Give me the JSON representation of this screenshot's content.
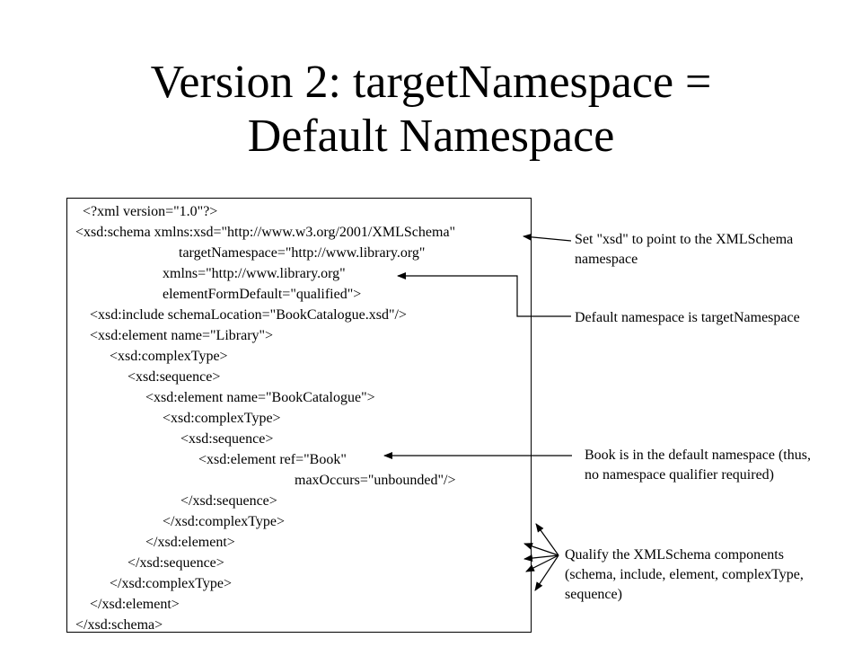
{
  "title": {
    "line1": "Version 2: targetNamespace =",
    "line2": "Default Namespace"
  },
  "code_lines": [
    "<?xml version=\"1.0\"?>",
    "<xsd:schema xmlns:xsd=\"http://www.w3.org/2001/XMLSchema\"",
    "targetNamespace=\"http://www.library.org\"",
    "xmlns=\"http://www.library.org\"",
    "elementFormDefault=\"qualified\">",
    "<xsd:include schemaLocation=\"BookCatalogue.xsd\"/>",
    "<xsd:element name=\"Library\">",
    "<xsd:complexType>",
    "<xsd:sequence>",
    "<xsd:element name=\"BookCatalogue\">",
    "<xsd:complexType>",
    "<xsd:sequence>",
    "<xsd:element ref=\"Book\"",
    "maxOccurs=\"unbounded\"/>",
    "</xsd:sequence>",
    "</xsd:complexType>",
    "</xsd:element>",
    "</xsd:sequence>",
    "</xsd:complexType>",
    "</xsd:element>",
    "</xsd:schema>"
  ],
  "annotations": {
    "xsd_namespace": {
      "line1": "Set \"xsd\" to point to the XMLSchema",
      "line2": "namespace"
    },
    "default_namespace": {
      "line1": "Default namespace is targetNamespace"
    },
    "book_namespace": {
      "line1": "Book is in the default namespace (thus,",
      "line2": "no namespace qualifier required)"
    },
    "qualify_components": {
      "line1": "Qualify the XMLSchema components",
      "line2": "(schema, include, element, complexType,",
      "line3": "sequence)"
    }
  },
  "colors": {
    "text": "#000000",
    "background": "#ffffff"
  }
}
